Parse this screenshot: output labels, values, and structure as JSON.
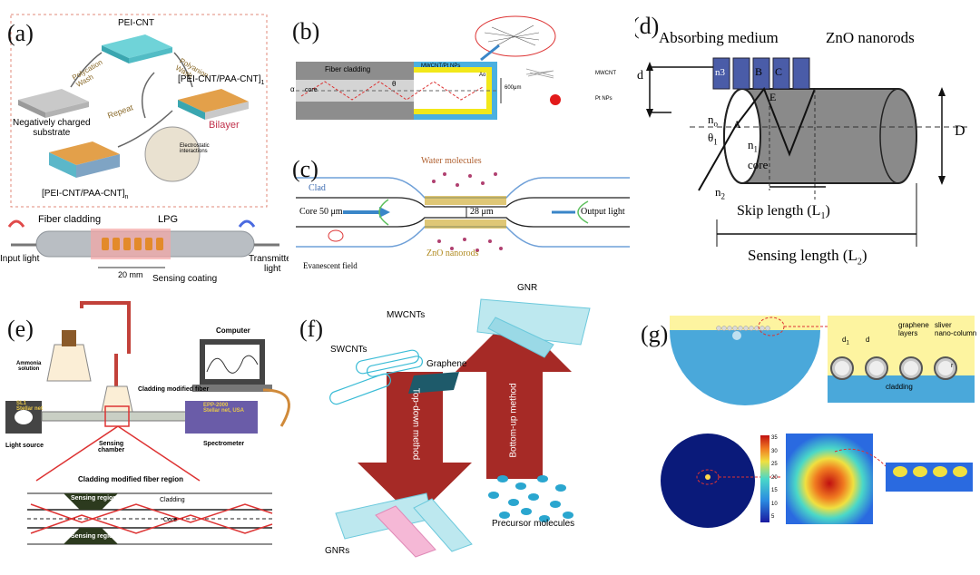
{
  "panels": {
    "a": {
      "label": "(a)",
      "pei_cnt": "PEI-CNT",
      "polycation_wash": "Polycation\nWash",
      "polyanion_wash": "Polyanion\nWash",
      "bilayer_formula": "[PEI-CNT/PAA-CNT]",
      "bilayer_sub": "1",
      "bilayer": "Bilayer",
      "repeat": "Repeat",
      "substrate": "Negatively charged\nsubstrate",
      "electrostatic": "Electrostatic\ninteractions",
      "multilayer_formula": "[PEI-CNT/PAA-CNT]",
      "multilayer_sub": "n",
      "fiber_cladding": "Fiber cladding",
      "lpg": "LPG",
      "input_light": "Input light",
      "transmitted_light": "Transmitted\nlight",
      "length": "20 mm",
      "sensing_coating": "Sensing coating"
    },
    "b": {
      "label": "(b)",
      "fiber_cladding": "Fiber cladding",
      "coating": "MWCNT/Pt NPs",
      "core": "core",
      "alpha": "α",
      "theta": "θ",
      "width": "600μm",
      "ao": "Ao",
      "legend_mwcnt": "MWCNT",
      "legend_pt": "Pt NPs"
    },
    "c": {
      "label": "(c)",
      "clad": "Clad",
      "core": "Core 50 μm",
      "water": "Water molecules",
      "gap": "28 μm",
      "output": "Output light",
      "nanorods": "ZnO nanorods",
      "evanescent": "Evanescent field"
    },
    "d": {
      "label": "(d)",
      "absorbing": "Absorbing medium",
      "zno": "ZnO nanorods",
      "d": "d",
      "D": "D",
      "n3": "n3",
      "B": "B",
      "C": "C",
      "E": "E",
      "A": "A",
      "n0": "n",
      "n0_sub": "o",
      "theta1": "θ",
      "theta1_sub": "1",
      "n1": "n",
      "n1_sub": "1",
      "core": "core",
      "n2": "n",
      "n2_sub": "2",
      "skip": "Skip length (L",
      "skip_sub": "1",
      "sensing": "Sensing length (L",
      "sensing_sub": "2"
    },
    "e": {
      "label": "(e)",
      "computer": "Computer",
      "ammonia": "Ammonia\nsolution",
      "cladding_modified": "Cladding modified fiber",
      "sl1": "SL1\nStellar net",
      "epp": "EPP-2000\nStellar net, USA",
      "light_source": "Light source",
      "sensing_chamber": "Sensing\nchamber",
      "spectrometer": "Spectrometer",
      "region_title": "Cladding modified fiber region",
      "sensing_region": "Sensing region",
      "cladding": "Cladding",
      "core": "Core"
    },
    "f": {
      "label": "(f)",
      "mwcnts": "MWCNTs",
      "swcnts": "SWCNTs",
      "graphene": "Graphene",
      "gnr": "GNR",
      "top_down": "Top-down method",
      "bottom_up": "Bottom-up method",
      "gnrs": "GNRs",
      "precursor": "Precursor molecules"
    },
    "g": {
      "label": "(g)",
      "graphene_layers": "graphene\nlayers",
      "silver": "sliver\nnano-column",
      "d1": "d",
      "d1_sub": "1",
      "d": "d",
      "r": "r",
      "cladding": "cladding",
      "colorbar_ticks": [
        "35",
        "30",
        "25",
        "20",
        "15",
        "10",
        "5"
      ]
    }
  },
  "colors": {
    "fiber_blue": "#4aa8da",
    "yellow": "#fdf4a0",
    "red_arrow": "#a62a26",
    "cyan_tube": "#3bbcd6",
    "dark_navy": "#0a1a7a"
  }
}
